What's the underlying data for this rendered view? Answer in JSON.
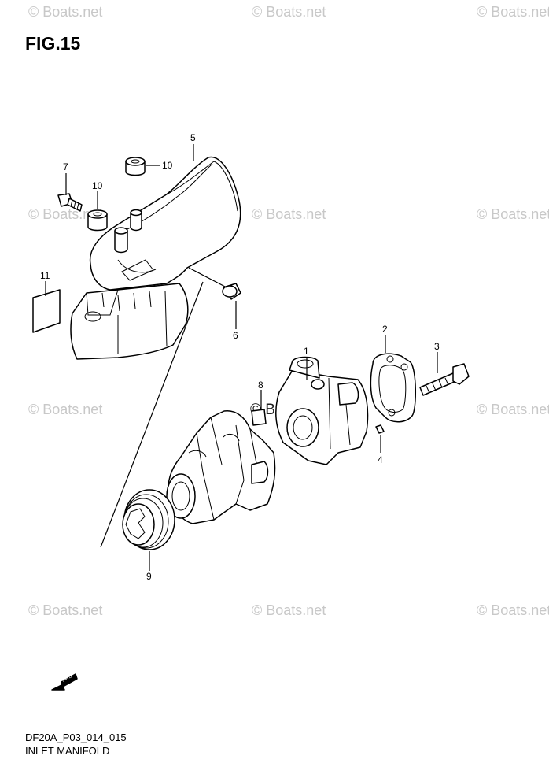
{
  "figure": {
    "title": "FIG.15",
    "code": "DF20A_P03_014_015",
    "name": "INLET MANIFOLD"
  },
  "watermark": "© Boats.net",
  "callouts": [
    "1",
    "2",
    "3",
    "4",
    "5",
    "6",
    "7",
    "8",
    "9",
    "10",
    "10",
    "11"
  ],
  "fwd_label": "FWD"
}
